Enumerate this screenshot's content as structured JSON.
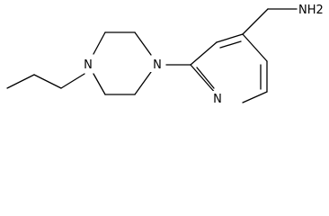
{
  "molecule": {
    "labels": {
      "amine": "NH2",
      "piperazine_n_left": "N",
      "piperazine_n_right": "N",
      "pyridine_n": "N"
    }
  }
}
